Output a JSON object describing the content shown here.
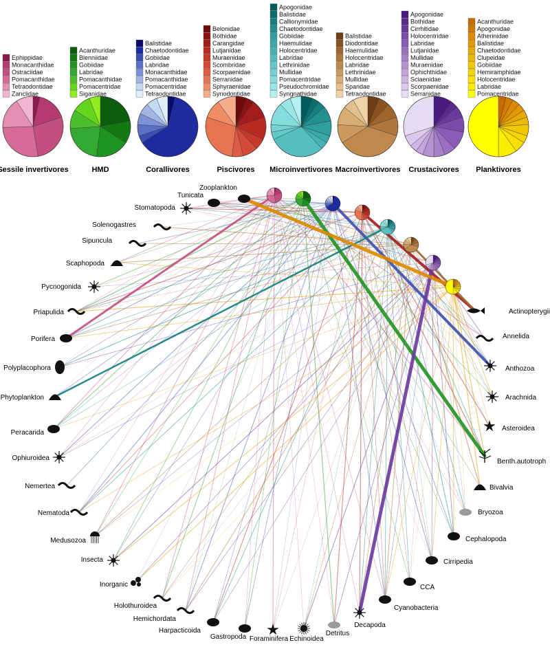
{
  "guilds": [
    {
      "id": "sessile",
      "name": "Sessile invertivores",
      "families": [
        "Ephippidae",
        "Monacanthidae",
        "Ostraciidae",
        "Pomacanthidae",
        "Tetraodontidae",
        "Zanclidae"
      ],
      "colors": [
        "#8c1a4f",
        "#b53a72",
        "#c24f80",
        "#d66b97",
        "#e38fb0",
        "#f1b6cd"
      ],
      "shares": [
        4,
        18,
        30,
        30,
        18,
        10
      ]
    },
    {
      "id": "hmd",
      "name": "HMD",
      "families": [
        "Acanthuridae",
        "Blenniidae",
        "Gobiidae",
        "Labridae",
        "Pomacanthidae",
        "Pomacentridae",
        "Siganidae"
      ],
      "colors": [
        "#0b5e0b",
        "#137a13",
        "#1f931f",
        "#33a833",
        "#4cbf2c",
        "#66d61c",
        "#90ee20"
      ],
      "shares": [
        22,
        12,
        18,
        22,
        10,
        10,
        6
      ]
    },
    {
      "id": "corallivores",
      "name": "Corallivores",
      "families": [
        "Balistidae",
        "Chaetodontidae",
        "Gobiidae",
        "Labridae",
        "Monacanthidae",
        "Pomacanthidae",
        "Pomacentridae",
        "Tetraodontidae"
      ],
      "colors": [
        "#0b0b6e",
        "#1c2ba0",
        "#3b4fb3",
        "#5a6fc6",
        "#7f92d6",
        "#a2b6e6",
        "#c4d8f2",
        "#ddeefa"
      ],
      "shares": [
        4,
        62,
        4,
        6,
        6,
        6,
        6,
        6
      ]
    },
    {
      "id": "piscivores",
      "name": "Piscivores",
      "families": [
        "Belonidae",
        "Bothidae",
        "Carangidae",
        "Lutjanidae",
        "Muraenidae",
        "Scombridae",
        "Scorpaenidae",
        "Serranidae",
        "Sphyraenidae",
        "Synodontidae"
      ],
      "colors": [
        "#6e0a0a",
        "#8a1212",
        "#a31c1c",
        "#b82a22",
        "#c63a2c",
        "#d44a38",
        "#df5c44",
        "#e87352",
        "#f08c66",
        "#f6ab8a"
      ],
      "shares": [
        6,
        4,
        10,
        12,
        6,
        8,
        6,
        28,
        10,
        10
      ]
    },
    {
      "id": "microinvertivores",
      "name": "Microinvertivores",
      "families": [
        "Apogonidae",
        "Balistidae",
        "Callionymidae",
        "Chaetodontidae",
        "Gobiidae",
        "Haemulidae",
        "Holocentridae",
        "Labridae",
        "Lethrinidae",
        "Mullidae",
        "Pomacentridae",
        "Pseudochromidae",
        "Syngnathidae"
      ],
      "colors": [
        "#005b5b",
        "#0a6e6e",
        "#168080",
        "#229090",
        "#2f9e9e",
        "#3aa9a9",
        "#47b4b4",
        "#55bfbf",
        "#64c9c9",
        "#74d2d2",
        "#85dcdc",
        "#99e6e6",
        "#b3f0f0"
      ],
      "shares": [
        6,
        4,
        4,
        8,
        8,
        4,
        4,
        30,
        4,
        4,
        12,
        6,
        6
      ]
    },
    {
      "id": "macroinvertivores",
      "name": "Macroinvertivores",
      "families": [
        "Balistidae",
        "Diodontidae",
        "Haemulidae",
        "Holocentridae",
        "Labridae",
        "Lethrinidae",
        "Mullidae",
        "Sparidae",
        "Tetraodontidae"
      ],
      "colors": [
        "#6e3e12",
        "#8a521e",
        "#a0652c",
        "#b0763a",
        "#bf884c",
        "#cc9a5e",
        "#d8ac72",
        "#e4c08c",
        "#f0d4a8"
      ],
      "shares": [
        6,
        6,
        8,
        10,
        36,
        10,
        10,
        6,
        8
      ]
    },
    {
      "id": "crustacivores",
      "name": "Crustacivores",
      "families": [
        "Apogonidae",
        "Bothidae",
        "Cirrhitidae",
        "Holocentridae",
        "Labridae",
        "Lutjanidae",
        "Mullidae",
        "Muraenidae",
        "Ophichthidae",
        "Sciaenidae",
        "Scorpaenidae",
        "Serranidae"
      ],
      "colors": [
        "#4a1a80",
        "#5a2a90",
        "#6a3a9e",
        "#7a4bab",
        "#8a5cb6",
        "#9a6ec0",
        "#a880ca",
        "#b692d3",
        "#c3a4dc",
        "#cfb6e4",
        "#dbc8ec",
        "#e6dcf4"
      ],
      "shares": [
        10,
        4,
        6,
        8,
        10,
        6,
        6,
        6,
        4,
        4,
        6,
        30
      ]
    },
    {
      "id": "planktivores",
      "name": "Planktivores",
      "families": [
        "Acanthuridae",
        "Apogonidae",
        "Atherinidae",
        "Balistidae",
        "Chaetodontidae",
        "Clupeidae",
        "Gobiidae",
        "Hemiramphidae",
        "Holocentridae",
        "Labridae",
        "Pomacentridae"
      ],
      "colors": [
        "#c86a00",
        "#d47a00",
        "#dc8a00",
        "#e29a00",
        "#e8aa00",
        "#eeba00",
        "#f2c800",
        "#f6d400",
        "#f9e000",
        "#fcec00",
        "#ffff00"
      ],
      "shares": [
        4,
        4,
        4,
        4,
        4,
        4,
        6,
        4,
        6,
        10,
        50
      ]
    }
  ],
  "prey": [
    {
      "name": "Zooplankton",
      "icon": "zooplankton-icon"
    },
    {
      "name": "Tunicata",
      "icon": "tunicata-icon"
    },
    {
      "name": "Stomatopoda",
      "icon": "stomatopoda-icon"
    },
    {
      "name": "Solenogastres",
      "icon": "solenogastres-icon"
    },
    {
      "name": "Sipuncula",
      "icon": "sipuncula-icon"
    },
    {
      "name": "Scaphopoda",
      "icon": "scaphopoda-icon"
    },
    {
      "name": "Pycnogonida",
      "icon": "pycnogonida-icon"
    },
    {
      "name": "Priapulida",
      "icon": "priapulida-icon"
    },
    {
      "name": "Porifera",
      "icon": "porifera-icon"
    },
    {
      "name": "Polyplacophora",
      "icon": "polyplacophora-icon"
    },
    {
      "name": "Phytoplankton",
      "icon": "phytoplankton-icon"
    },
    {
      "name": "Peracarida",
      "icon": "peracarida-icon"
    },
    {
      "name": "Ophiuroidea",
      "icon": "ophiuroidea-icon"
    },
    {
      "name": "Nemertea",
      "icon": "nemertea-icon"
    },
    {
      "name": "Nematoda",
      "icon": "nematoda-icon"
    },
    {
      "name": "Medusozoa",
      "icon": "medusozoa-icon"
    },
    {
      "name": "Insecta",
      "icon": "insecta-icon"
    },
    {
      "name": "Inorganic",
      "icon": "inorganic-icon"
    },
    {
      "name": "Holothuroidea",
      "icon": "holothuroidea-icon"
    },
    {
      "name": "Hemichordata",
      "icon": "hemichordata-icon"
    },
    {
      "name": "Harpacticoida",
      "icon": "harpacticoida-icon"
    },
    {
      "name": "Gastropoda",
      "icon": "gastropoda-icon"
    },
    {
      "name": "Foraminifera",
      "icon": "foraminifera-icon"
    },
    {
      "name": "Echinoidea",
      "icon": "echinoidea-icon"
    },
    {
      "name": "Detritus",
      "icon": "detritus-icon"
    },
    {
      "name": "Decapoda",
      "icon": "decapoda-icon"
    },
    {
      "name": "Cyanobacteria",
      "icon": "cyanobacteria-icon"
    },
    {
      "name": "CCA",
      "icon": "cca-icon"
    },
    {
      "name": "Cirripedia",
      "icon": "cirripedia-icon"
    },
    {
      "name": "Cephalopoda",
      "icon": "cephalopoda-icon"
    },
    {
      "name": "Bryozoa",
      "icon": "bryozoa-icon"
    },
    {
      "name": "Bivalvia",
      "icon": "bivalvia-icon"
    },
    {
      "name": "Benth.autotroph",
      "icon": "benthic-autotroph-icon"
    },
    {
      "name": "Asteroidea",
      "icon": "asteroidea-icon"
    },
    {
      "name": "Arachnida",
      "icon": "arachnida-icon"
    },
    {
      "name": "Anthozoa",
      "icon": "anthozoa-icon"
    },
    {
      "name": "Annelida",
      "icon": "annelida-icon"
    },
    {
      "name": "Actinopterygii",
      "icon": "actinopterygii-icon"
    }
  ],
  "strong_links": [
    {
      "guild": "sessile",
      "prey": "Porifera",
      "weight": 3
    },
    {
      "guild": "hmd",
      "prey": "Benth.autotroph",
      "weight": 5
    },
    {
      "guild": "corallivores",
      "prey": "Anthozoa",
      "weight": 4
    },
    {
      "guild": "piscivores",
      "prey": "Actinopterygii",
      "weight": 4
    },
    {
      "guild": "microinvertivores",
      "prey": "Phytoplankton",
      "weight": 2.5
    },
    {
      "guild": "macroinvertivores",
      "prey": "Actinopterygii",
      "weight": 3
    },
    {
      "guild": "crustacivores",
      "prey": "Decapoda",
      "weight": 5
    },
    {
      "guild": "planktivores",
      "prey": "Zooplankton",
      "weight": 5
    }
  ]
}
